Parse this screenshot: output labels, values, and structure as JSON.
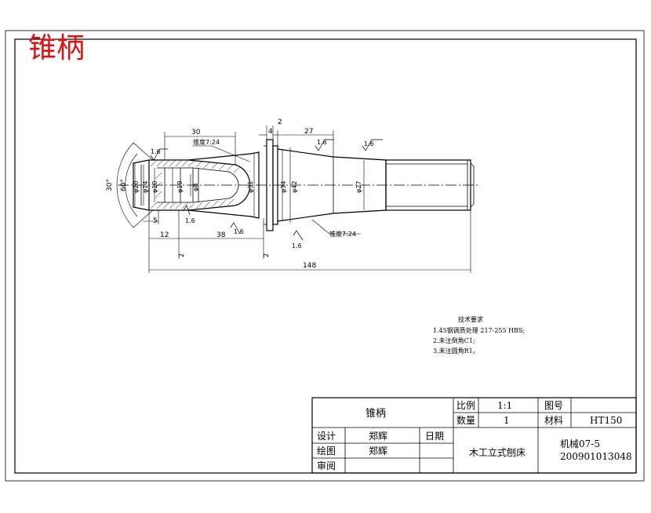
{
  "title_red": "锥柄",
  "dimensions": {
    "d30_angle": "30°",
    "d60_angle": "60°",
    "phi20": "φ20",
    "phi14": "φ14",
    "phi10": "φ10",
    "phi19": "φ19",
    "phi8": "φ8",
    "phi31": "φ31",
    "phi34": "φ34",
    "phi42": "φ42",
    "phi27": "φ27",
    "l30": "30",
    "l4": "4",
    "l2_top": "2",
    "l27": "27",
    "l5": "5",
    "l12": "12",
    "l38": "38",
    "l2_left": "2",
    "l2_right": "2",
    "l148": "148",
    "taper_top": "锥度7:24",
    "taper_bottom": "锥度7:24"
  },
  "roughness": {
    "r1": "1.6",
    "r2": "1.6",
    "r3": "1.6",
    "r4": "1.6",
    "r5": "1.6",
    "r6": "1.6"
  },
  "tech_notes": {
    "heading": "技术要求",
    "line1": "1.45钢调质处理  217-255 HBS;",
    "line2": "2.未注倒角C1;",
    "line3": "3.未注圆角R1。"
  },
  "title_block": {
    "part_name": "锥柄",
    "scale_label": "比例",
    "scale_value": "1:1",
    "drawing_no_label": "图号",
    "qty_label": "数量",
    "qty_value": "1",
    "material_label": "材料",
    "material_value": "HT150",
    "design_label": "设计",
    "design_name": "郑辉",
    "date_label": "日期",
    "draw_label": "绘图",
    "draw_name": "郑辉",
    "review_label": "审阅",
    "machine_name": "木工立式刨床",
    "class_label": "机械07-5",
    "student_id": "200901013048"
  }
}
